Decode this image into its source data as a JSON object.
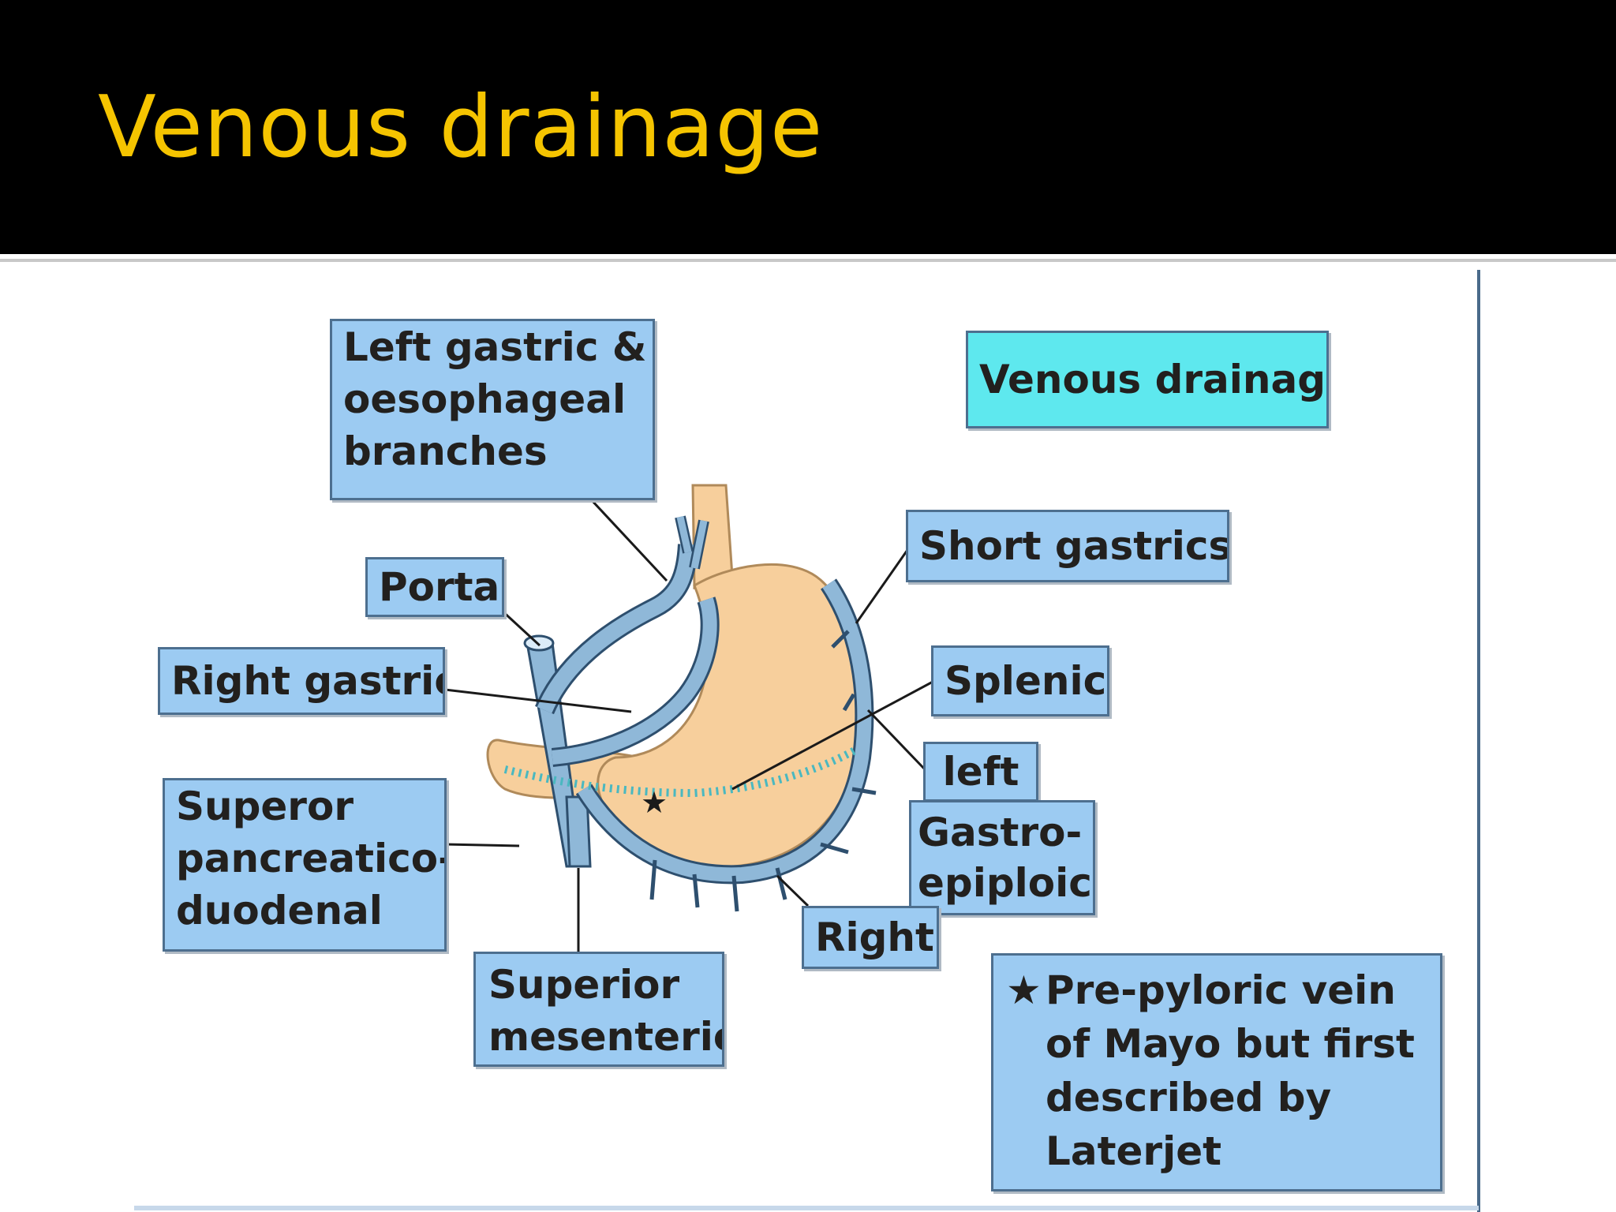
{
  "slide": {
    "title": "Venous drainage",
    "header_color": "#000000",
    "title_color": "#f5c400"
  },
  "diagram": {
    "heading_box": "Venous drainage",
    "labels": {
      "left_gastric": [
        "Left gastric &",
        "oesophageal",
        "branches"
      ],
      "portal": "Portal",
      "right_gastric": "Right gastric",
      "sup_pancreatico": [
        "Superor",
        "pancreatico-",
        "duodenal"
      ],
      "sup_mesenteric": [
        "Superior",
        "mesenteric"
      ],
      "short_gastrics": "Short gastrics",
      "splenic": "Splenic",
      "left": "left",
      "gastro_epiploics": [
        "Gastro-",
        "epiploics"
      ],
      "right": "Right",
      "note_star": "★",
      "note": [
        "Pre-pyloric vein",
        "of Mayo but first",
        "described by",
        "Laterjet"
      ]
    },
    "colors": {
      "label_fill": "#9ccbf2",
      "heading_fill": "#5ee8ee",
      "vein": "#8fb8d8",
      "stomach": "#f7cf9c"
    }
  }
}
